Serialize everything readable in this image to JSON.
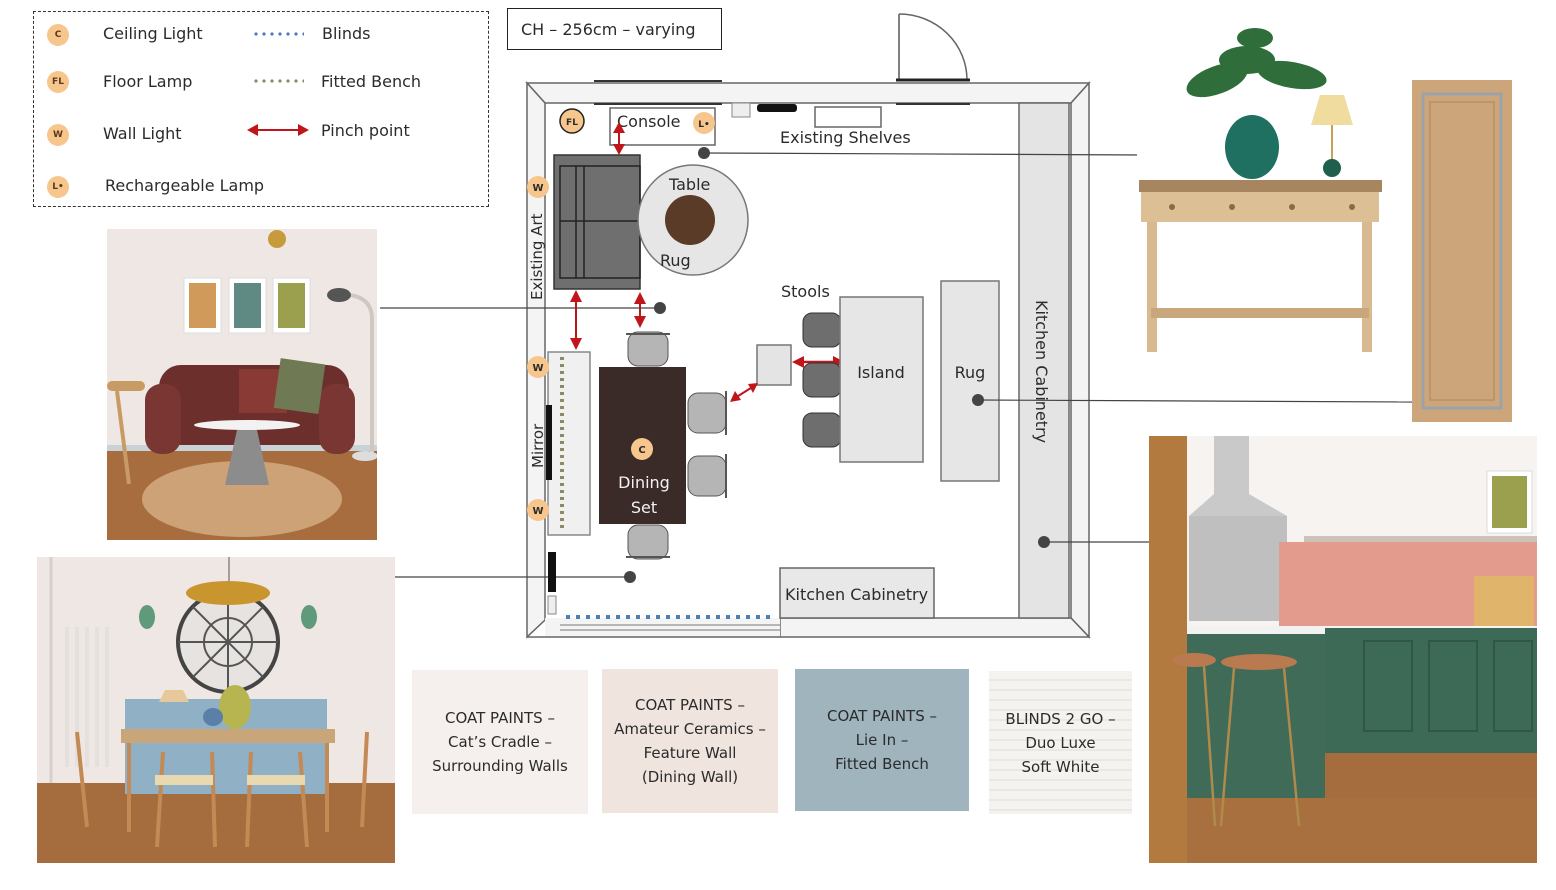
{
  "legend": {
    "items": [
      {
        "badge": "C",
        "label": "Ceiling Light",
        "icon": "ceiling-light-icon"
      },
      {
        "badge": "FL",
        "label": "Floor Lamp",
        "icon": "floor-lamp-icon"
      },
      {
        "badge": "W",
        "label": "Wall Light",
        "icon": "wall-light-icon"
      },
      {
        "badge": "L•",
        "label": "Rechargeable Lamp",
        "icon": "rechargeable-lamp-icon"
      }
    ],
    "lines": [
      {
        "label": "Blinds",
        "style": "blue dotted line",
        "color": "#4d7fb5"
      },
      {
        "label": "Fitted Bench",
        "style": "olive dotted line",
        "color": "#8d8b62"
      },
      {
        "label": "Pinch point",
        "style": "red double arrow",
        "color": "#c0161b"
      }
    ]
  },
  "ceiling_height": "CH – 256cm – varying",
  "plan": {
    "labels": {
      "console": "Console",
      "existing_shelves": "Existing Shelves",
      "table": "Table",
      "rug_round": "Rug",
      "existing_art": "Existing Art",
      "mirror": "Mirror",
      "dining_set_line1": "Dining",
      "dining_set_line2": "Set",
      "stools": "Stools",
      "island": "Island",
      "rug_runner": "Rug",
      "kitchen_cabinetry_side": "Kitchen Cabinetry",
      "kitchen_cabinetry_bottom": "Kitchen Cabinetry"
    },
    "badges": {
      "floor_lamp": "FL",
      "rechargeable_lamp": "L•",
      "wall_light": "W",
      "ceiling_light": "C"
    },
    "colors": {
      "badge": "#f6c68d",
      "pinch": "#c0161b",
      "blinds": "#4d7fb5",
      "bench": "#8d8b62",
      "sofa": "#6f6f6f",
      "dining_table": "#3a2a28",
      "round_table": "#5a3b27"
    }
  },
  "swatches": [
    {
      "text": "COAT PAINTS –\nCat’s Cradle –\nSurrounding Walls",
      "color": "#f5f0ee"
    },
    {
      "text": "COAT PAINTS –\nAmateur Ceramics –\nFeature Wall\n(Dining Wall)",
      "color": "#efe4de"
    },
    {
      "text": "COAT PAINTS –\nLie In –\nFitted Bench",
      "color": "#9fb4bd"
    },
    {
      "text": "BLINDS 2 GO –\nDuo Luxe\nSoft White",
      "color": "#f3f1ee"
    }
  ],
  "panels": {
    "living": "Living area mood image: sofa, framed prints, floor lamp, round jute rug",
    "dining": "Dining area mood image: round window mirror, pendant, blue fitted bench, wishbone chairs",
    "console": "Console table with plant and lamp",
    "runner": "Jute runner rug",
    "kitchen": "Kitchen mood image: green cabinetry, pink tiles, cooker hood, stools"
  }
}
